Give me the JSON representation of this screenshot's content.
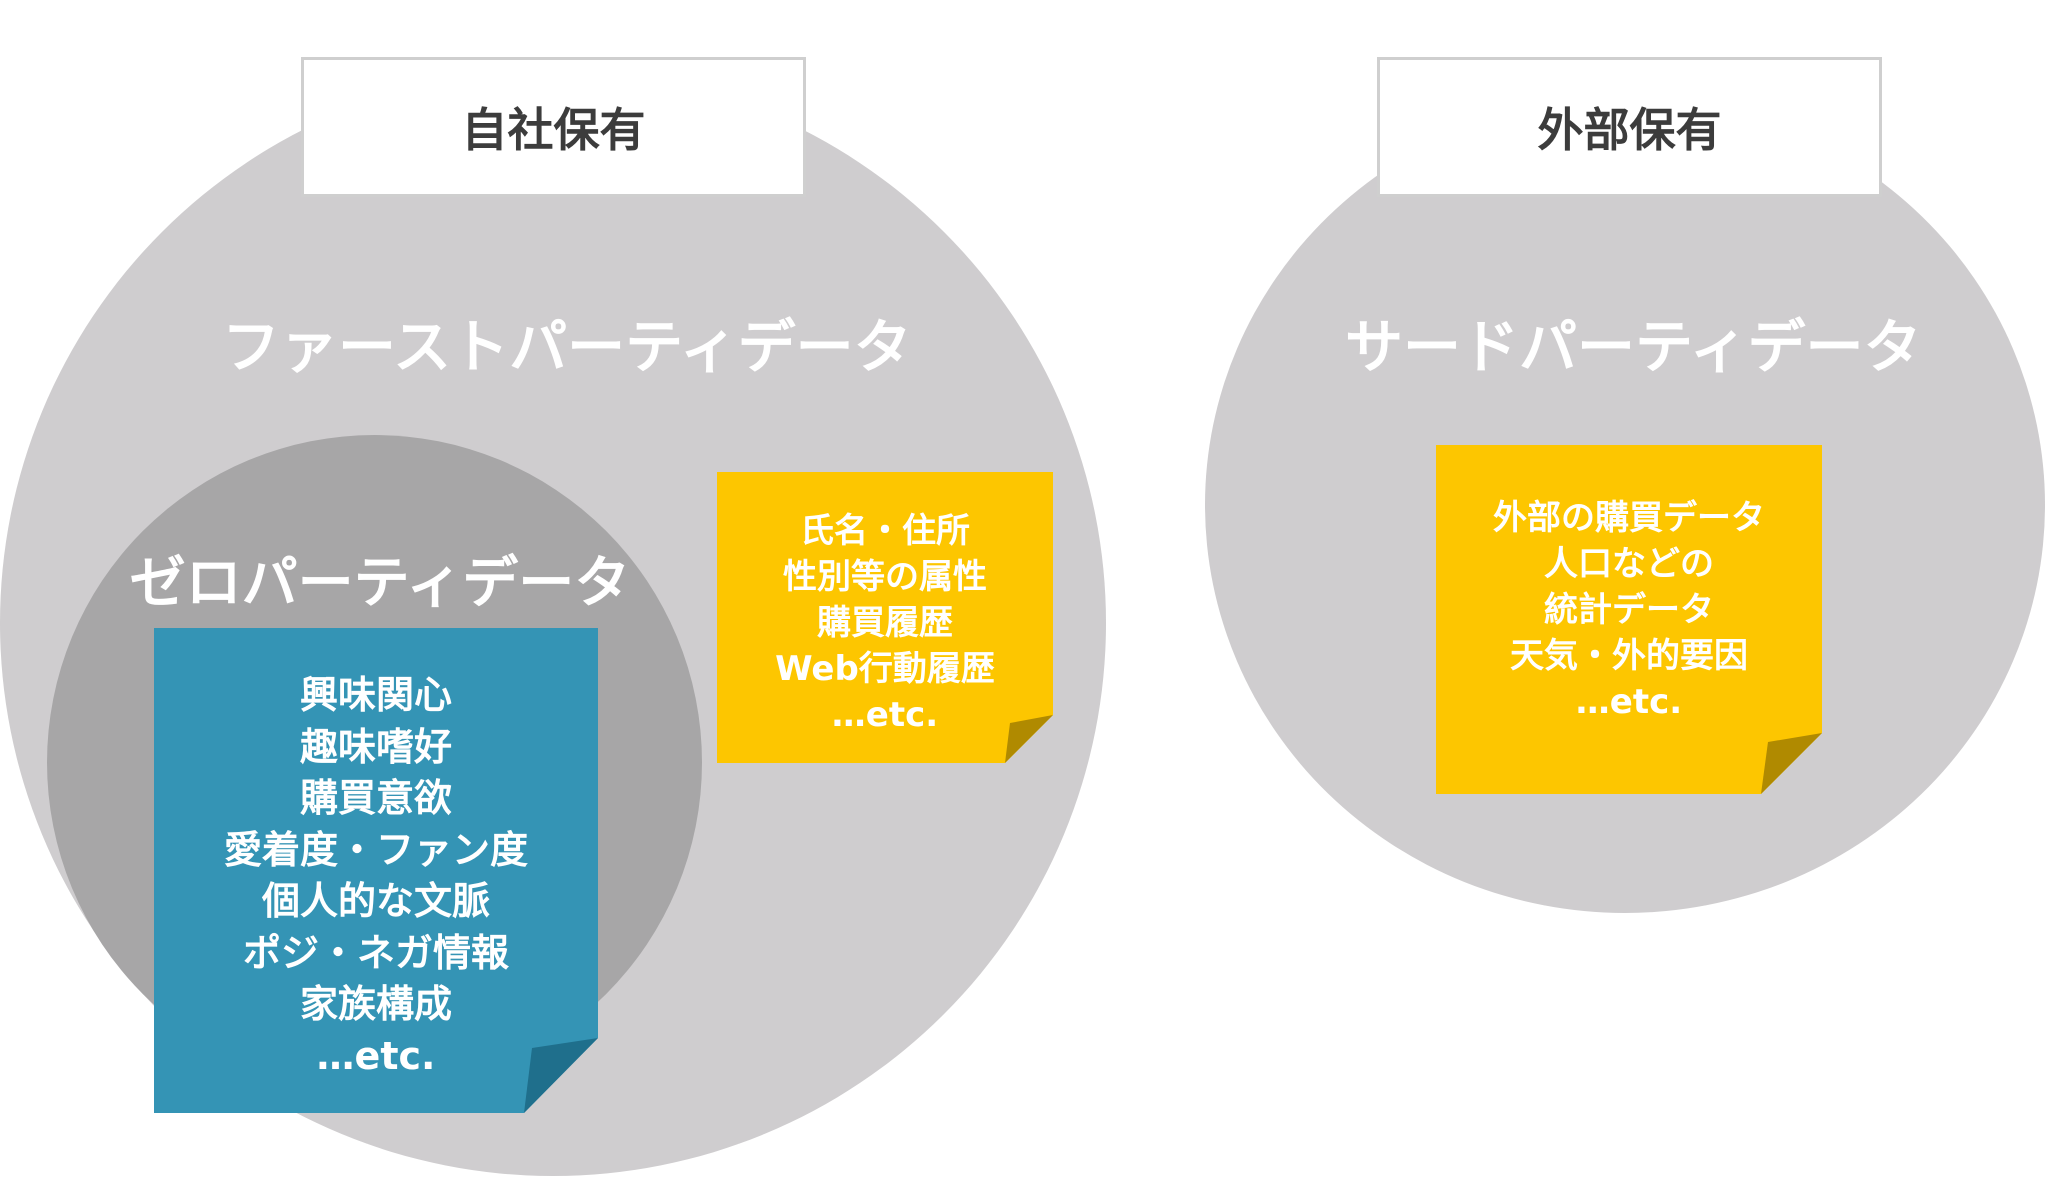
{
  "colors": {
    "outer_circle": "#cfcdcf",
    "inner_circle": "#a7a6a7",
    "note_blue": "#3494b5",
    "note_blue_fold": "#1f6f8c",
    "note_yellow": "#fdc600",
    "note_yellow_fold": "#b08a00"
  },
  "first_party": {
    "owner_label": "自社保有",
    "heading": "ファーストパーティデータ",
    "note_lines": [
      "氏名・住所",
      "性別等の属性",
      "購買履歴",
      "Web行動履歴",
      "…etc."
    ]
  },
  "zero_party": {
    "heading": "ゼロパーティデータ",
    "note_lines": [
      "興味関心",
      "趣味嗜好",
      "購買意欲",
      "愛着度・ファン度",
      "個人的な文脈",
      "ポジ・ネガ情報",
      "家族構成",
      "…etc."
    ]
  },
  "third_party": {
    "owner_label": "外部保有",
    "heading": "サードパーティデータ",
    "note_lines": [
      "外部の購買データ",
      "人口などの",
      "統計データ",
      "天気・外的要因",
      "…etc."
    ]
  }
}
